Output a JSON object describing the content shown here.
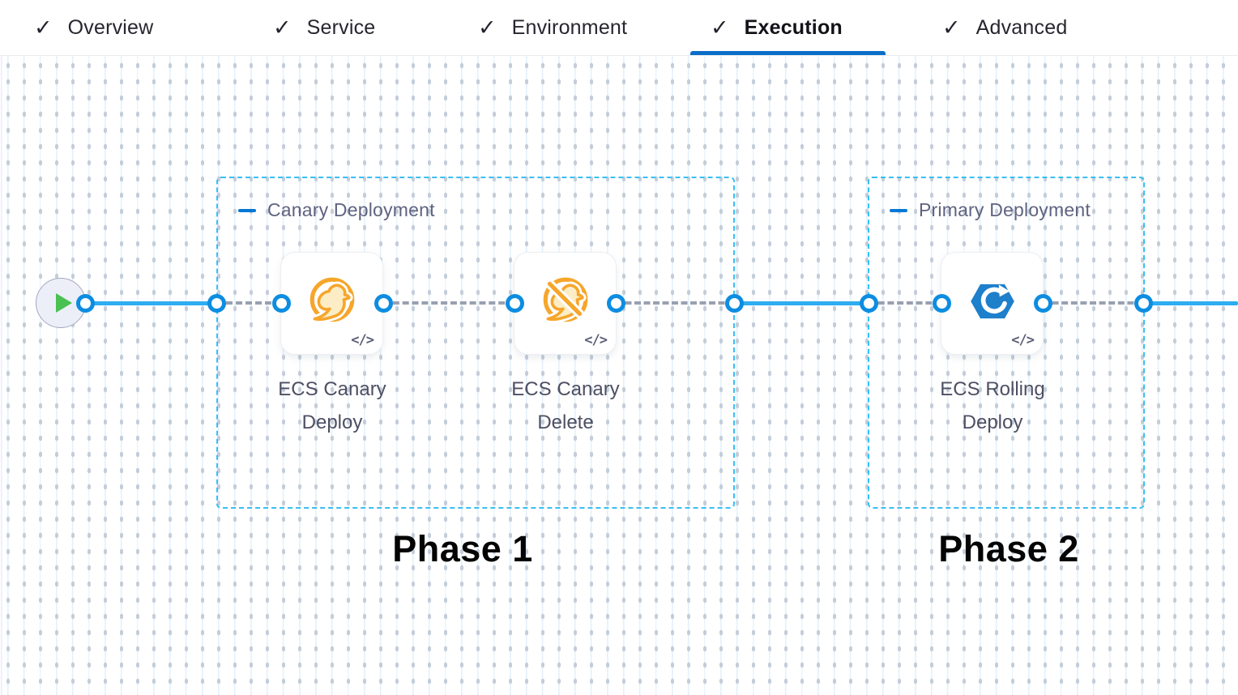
{
  "tabs": {
    "check_icon": "✓",
    "items": [
      {
        "label": "Overview",
        "completed": true,
        "active": false
      },
      {
        "label": "Service",
        "completed": true,
        "active": false
      },
      {
        "label": "Environment",
        "completed": true,
        "active": false
      },
      {
        "label": "Execution",
        "completed": true,
        "active": true
      },
      {
        "label": "Advanced",
        "completed": true,
        "active": false
      }
    ]
  },
  "pipeline": {
    "groups": [
      {
        "label": "Canary Deployment"
      },
      {
        "label": "Primary Deployment"
      }
    ],
    "steps": [
      {
        "label_line1": "ECS Canary",
        "label_line2": "Deploy",
        "icon": "ecs-canary-deploy"
      },
      {
        "label_line1": "ECS Canary",
        "label_line2": "Delete",
        "icon": "ecs-canary-delete"
      },
      {
        "label_line1": "ECS Rolling",
        "label_line2": "Deploy",
        "icon": "ecs-rolling-deploy"
      }
    ],
    "annotations": [
      {
        "text": "Phase 1"
      },
      {
        "text": "Phase 2"
      }
    ],
    "code_badge": "</>"
  },
  "colors": {
    "primary_blue": "#0278d5",
    "connector_blue": "#2dadf2",
    "port_blue": "#0d8de1",
    "group_border": "#38bff3",
    "canary_orange": "#f6a62b",
    "ecs_blue": "#1e7fcb",
    "play_green": "#49c153"
  }
}
